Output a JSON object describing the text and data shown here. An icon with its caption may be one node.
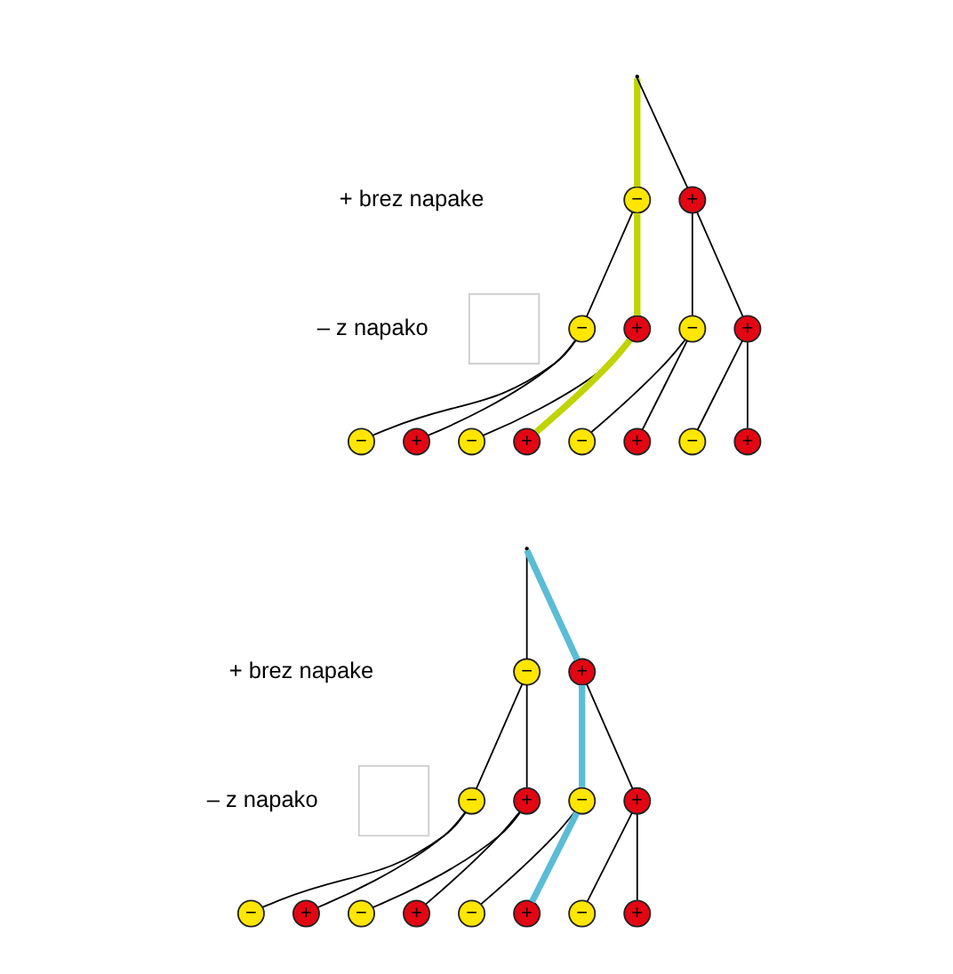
{
  "diagram": {
    "nodes": [
      {
        "text": [],
        "shape": "point"
      },
      {
        "text": [
          "−"
        ]
      },
      {
        "text": [
          "+"
        ]
      },
      {
        "text": [
          "−"
        ]
      },
      {
        "text": [
          "+"
        ]
      },
      {
        "text": [
          "−"
        ]
      },
      {
        "text": [
          "+"
        ]
      },
      {
        "text": [
          "−"
        ]
      },
      {
        "text": [
          "+"
        ]
      },
      {
        "text": [
          "−"
        ]
      },
      {
        "text": [
          "+"
        ]
      },
      {
        "text": [
          "−"
        ]
      },
      {
        "text": [
          "+"
        ]
      },
      {
        "text": [
          "−"
        ]
      },
      {
        "text": [
          "+"
        ]
      },
      {
        "text": [],
        "shape": "box"
      },
      {
        "text": [],
        "shape": "point"
      },
      {
        "text": [
          "−"
        ]
      },
      {
        "text": [
          "+"
        ]
      },
      {
        "text": [
          "−"
        ]
      },
      {
        "text": [
          "+"
        ]
      },
      {
        "text": [
          "−"
        ]
      },
      {
        "text": [
          "+"
        ]
      },
      {
        "text": [
          "−"
        ]
      },
      {
        "text": [
          "+"
        ]
      },
      {
        "text": [
          "−"
        ]
      },
      {
        "text": [
          "+"
        ]
      },
      {
        "text": [
          "−"
        ]
      },
      {
        "text": [
          "+"
        ]
      },
      {
        "text": [
          "−"
        ]
      },
      {
        "text": [
          "+"
        ]
      },
      {
        "text": [],
        "shape": "box"
      }
    ],
    "edges": [
      {
        "from": 0,
        "to": 1,
        "arrow": "none",
        "style": "thick",
        "color": "#bfd400"
      },
      {
        "from": 0,
        "to": 2,
        "arrow": "none"
      },
      {
        "from": 1,
        "to": 3,
        "arrow": "none"
      },
      {
        "from": 1,
        "to": 4,
        "arrow": "none",
        "style": "thick",
        "color": "#bfd400"
      },
      {
        "from": 2,
        "to": 5,
        "arrow": "none"
      },
      {
        "from": 2,
        "to": 6,
        "arrow": "none"
      },
      {
        "from": 3,
        "to": 7,
        "arrow": "none"
      },
      {
        "from": 3,
        "to": 8,
        "arrow": "none"
      },
      {
        "from": 4,
        "to": 9,
        "arrow": "none"
      },
      {
        "from": 4,
        "to": 10,
        "arrow": "none",
        "style": "thick",
        "color": "#bfd400"
      },
      {
        "from": 5,
        "to": 11,
        "arrow": "none"
      },
      {
        "from": 5,
        "to": 12,
        "arrow": "none"
      },
      {
        "from": 6,
        "to": 13,
        "arrow": "none"
      },
      {
        "from": 6,
        "to": 14,
        "arrow": "none"
      },
      {
        "from": 16,
        "to": 17,
        "arrow": "none"
      },
      {
        "from": 16,
        "to": 18,
        "arrow": "none",
        "style": "thick",
        "color": "#5bbcd6"
      },
      {
        "from": 17,
        "to": 19,
        "arrow": "none"
      },
      {
        "from": 17,
        "to": 20,
        "arrow": "none"
      },
      {
        "from": 18,
        "to": 21,
        "arrow": "none",
        "style": "thick",
        "color": "#5bbcd6"
      },
      {
        "from": 18,
        "to": 22,
        "arrow": "none"
      },
      {
        "from": 19,
        "to": 23,
        "arrow": "none"
      },
      {
        "from": 19,
        "to": 24,
        "arrow": "none"
      },
      {
        "from": 20,
        "to": 25,
        "arrow": "none"
      },
      {
        "from": 20,
        "to": 26,
        "arrow": "none"
      },
      {
        "from": 21,
        "to": 27,
        "arrow": "none"
      },
      {
        "from": 21,
        "to": 28,
        "arrow": "none",
        "style": "thick",
        "color": "#5bbcd6"
      },
      {
        "from": 22,
        "to": 29,
        "arrow": "none"
      },
      {
        "from": 22,
        "to": 30,
        "arrow": "none"
      }
    ],
    "labels": [
      "+ brez napake",
      "– z napako",
      "+ brez napake",
      "– z napako"
    ]
  }
}
